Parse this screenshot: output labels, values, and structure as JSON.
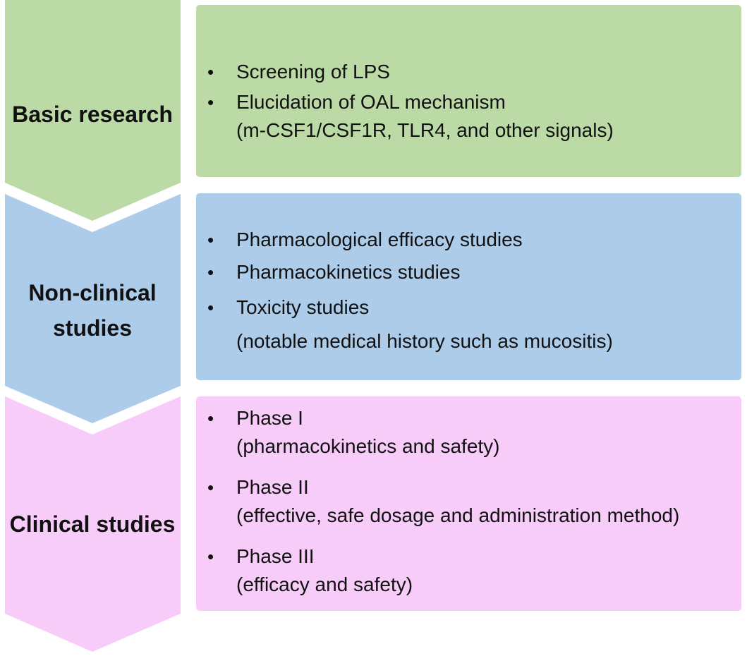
{
  "colors": {
    "basic": "#bbdaa6",
    "nonclinical": "#adcce9",
    "clinical": "#f7ccf8"
  },
  "stages": [
    {
      "label": "Basic research",
      "items": [
        {
          "text": "Screening of LPS"
        },
        {
          "text": "Elucidation of OAL mechanism",
          "sub": "(m-CSF1/CSF1R, TLR4, and other signals)"
        }
      ]
    },
    {
      "label_line1": "Non-clinical",
      "label_line2": "studies",
      "items": [
        {
          "text": "Pharmacological efficacy studies"
        },
        {
          "text": "Pharmacokinetics studies"
        },
        {
          "text": "Toxicity studies",
          "sub": "(notable medical history such as mucositis)"
        }
      ]
    },
    {
      "label": "Clinical studies",
      "items": [
        {
          "text": "Phase I",
          "sub": "(pharmacokinetics and safety)"
        },
        {
          "text": "Phase II",
          "sub": "(effective, safe dosage and administration method)"
        },
        {
          "text": "Phase III",
          "sub": "(efficacy and safety)"
        }
      ]
    }
  ]
}
